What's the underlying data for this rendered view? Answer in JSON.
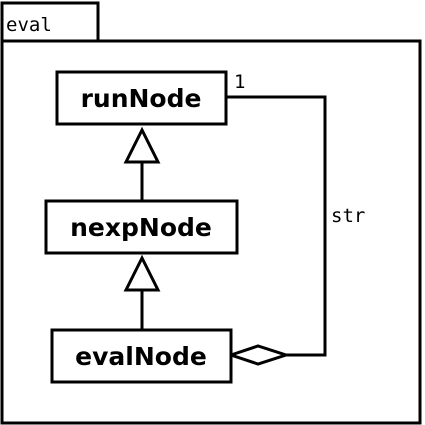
{
  "package": {
    "name": "eval"
  },
  "classes": {
    "run": "runNode",
    "nexp": "nexpNode",
    "eval": "evalNode"
  },
  "association": {
    "multiplicity": "1",
    "role": "str"
  }
}
